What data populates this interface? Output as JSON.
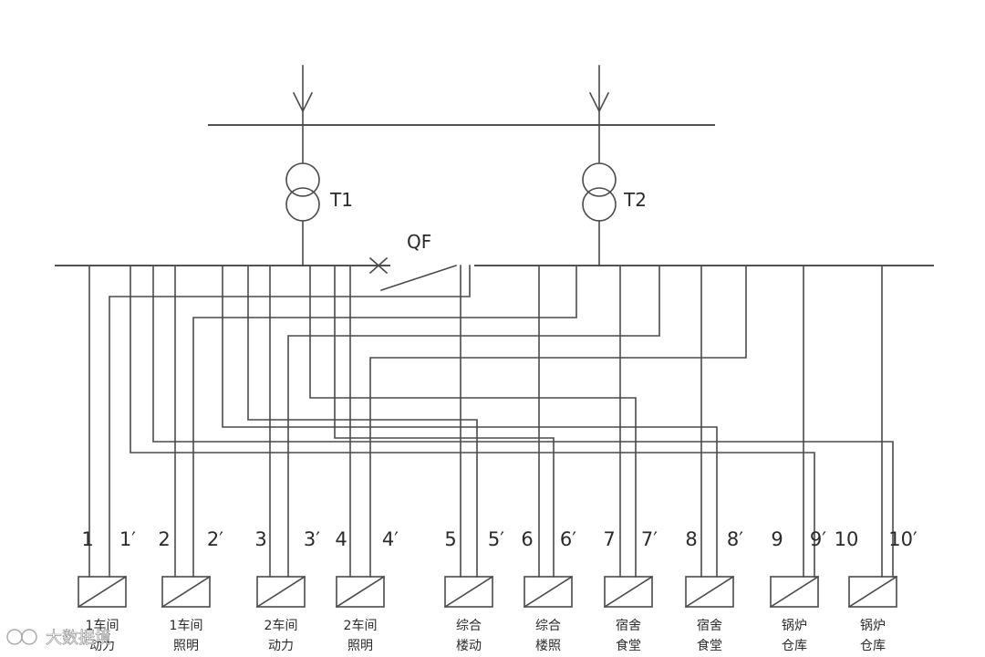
{
  "transformers": [
    {
      "label": "T1"
    },
    {
      "label": "T2"
    }
  ],
  "breaker": {
    "label": "QF"
  },
  "circuits": [
    {
      "num": "1",
      "name": [
        "1车间",
        "动力"
      ]
    },
    {
      "num": "1′",
      "name": null
    },
    {
      "num": "2",
      "name": [
        "1车间",
        "照明"
      ]
    },
    {
      "num": "2′",
      "name": null
    },
    {
      "num": "3",
      "name": [
        "2车间",
        "动力"
      ]
    },
    {
      "num": "3′",
      "name": null
    },
    {
      "num": "4",
      "name": [
        "2车间",
        "照明"
      ]
    },
    {
      "num": "4′",
      "name": null
    },
    {
      "num": "5",
      "name": [
        "综合",
        "楼动"
      ]
    },
    {
      "num": "5′",
      "name": null
    },
    {
      "num": "6",
      "name": [
        "综合",
        "楼照"
      ]
    },
    {
      "num": "6′",
      "name": null
    },
    {
      "num": "7",
      "name": [
        "宿舍",
        "食堂"
      ]
    },
    {
      "num": "7′",
      "name": null
    },
    {
      "num": "8",
      "name": [
        "宿舍",
        "食堂"
      ]
    },
    {
      "num": "8′",
      "name": null
    },
    {
      "num": "9",
      "name": [
        "锅炉",
        "仓库"
      ]
    },
    {
      "num": "9′",
      "name": null
    },
    {
      "num": "10",
      "name": [
        "锅炉",
        "仓库"
      ]
    },
    {
      "num": "10′",
      "name": null
    }
  ],
  "watermark": "大数据境"
}
